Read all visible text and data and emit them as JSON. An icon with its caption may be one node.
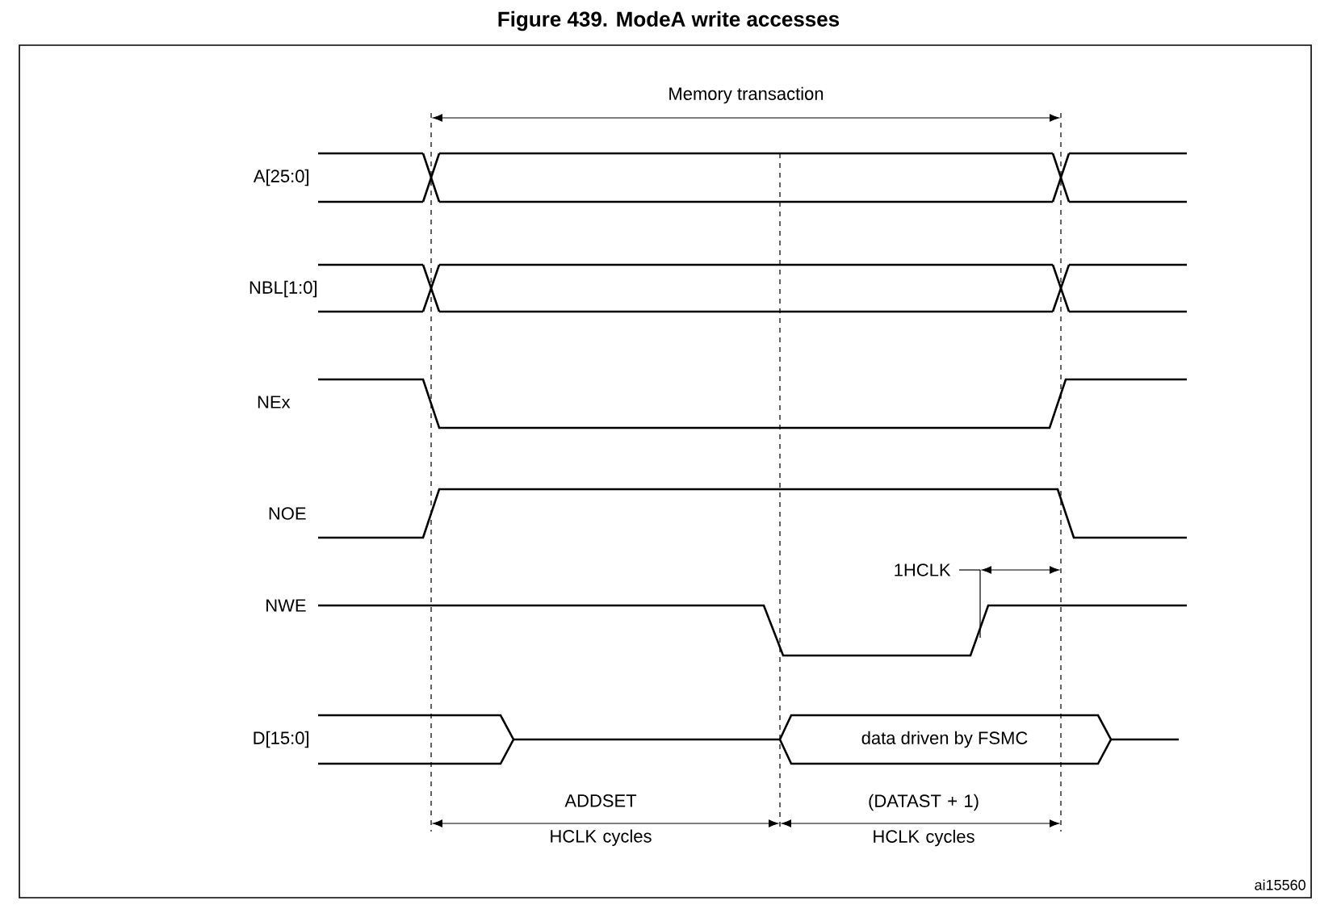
{
  "diagram": {
    "title": "Figure 439. ModeA write accesses",
    "nodes": [
      {
        "text": [
          "data driven by FSMC"
        ]
      }
    ],
    "labels": [
      "Memory transaction",
      "A[25:0]",
      "NBL[1:0]",
      "NEx",
      "NOE",
      "1HCLK",
      "NWE",
      "D[15:0]",
      "ADDSET HCLK cycles",
      "(DATAST + 1) HCLK cycles",
      "ai15560"
    ]
  }
}
